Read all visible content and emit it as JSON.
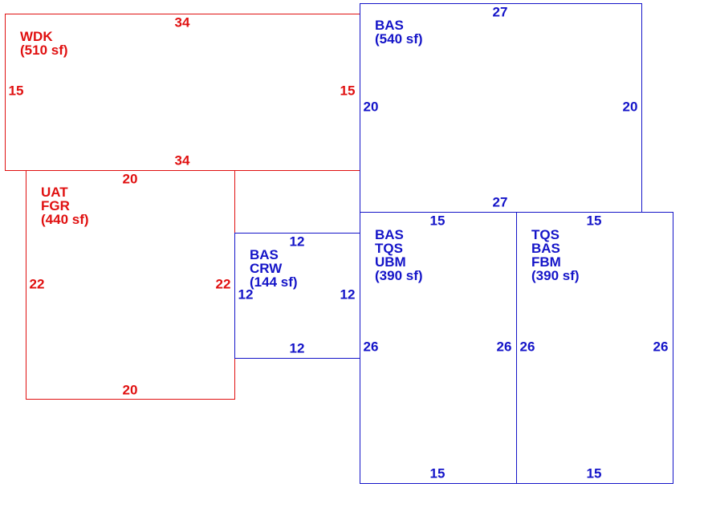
{
  "areas": {
    "wdk": {
      "codes": [
        "WDK"
      ],
      "area": "(510 sf)",
      "top": "34",
      "bottom": "34",
      "left": "15",
      "right": "15",
      "color": "#e01010"
    },
    "bas_main": {
      "codes": [
        "BAS"
      ],
      "area": "(540 sf)",
      "top": "27",
      "bottom": "27",
      "left": "20",
      "right": "20",
      "color": "#1414c8"
    },
    "uat_fgr": {
      "codes": [
        "UAT",
        "FGR"
      ],
      "area": "(440 sf)",
      "top": "20",
      "bottom": "20",
      "left": "22",
      "right": "22",
      "color": "#e01010"
    },
    "bas_crw": {
      "codes": [
        "BAS",
        "CRW"
      ],
      "area": "(144 sf)",
      "top": "12",
      "bottom": "12",
      "left": "12",
      "right": "12",
      "color": "#1414c8"
    },
    "bas_tqs_ubm": {
      "codes": [
        "BAS",
        "TQS",
        "UBM"
      ],
      "area": "(390 sf)",
      "top": "15",
      "bottom": "15",
      "left": "26",
      "right": "26",
      "color": "#1414c8"
    },
    "tqs_bas_fbm": {
      "codes": [
        "TQS",
        "BAS",
        "FBM"
      ],
      "area": "(390 sf)",
      "top": "15",
      "bottom": "15",
      "left": "26",
      "right": "26",
      "color": "#1414c8"
    }
  }
}
